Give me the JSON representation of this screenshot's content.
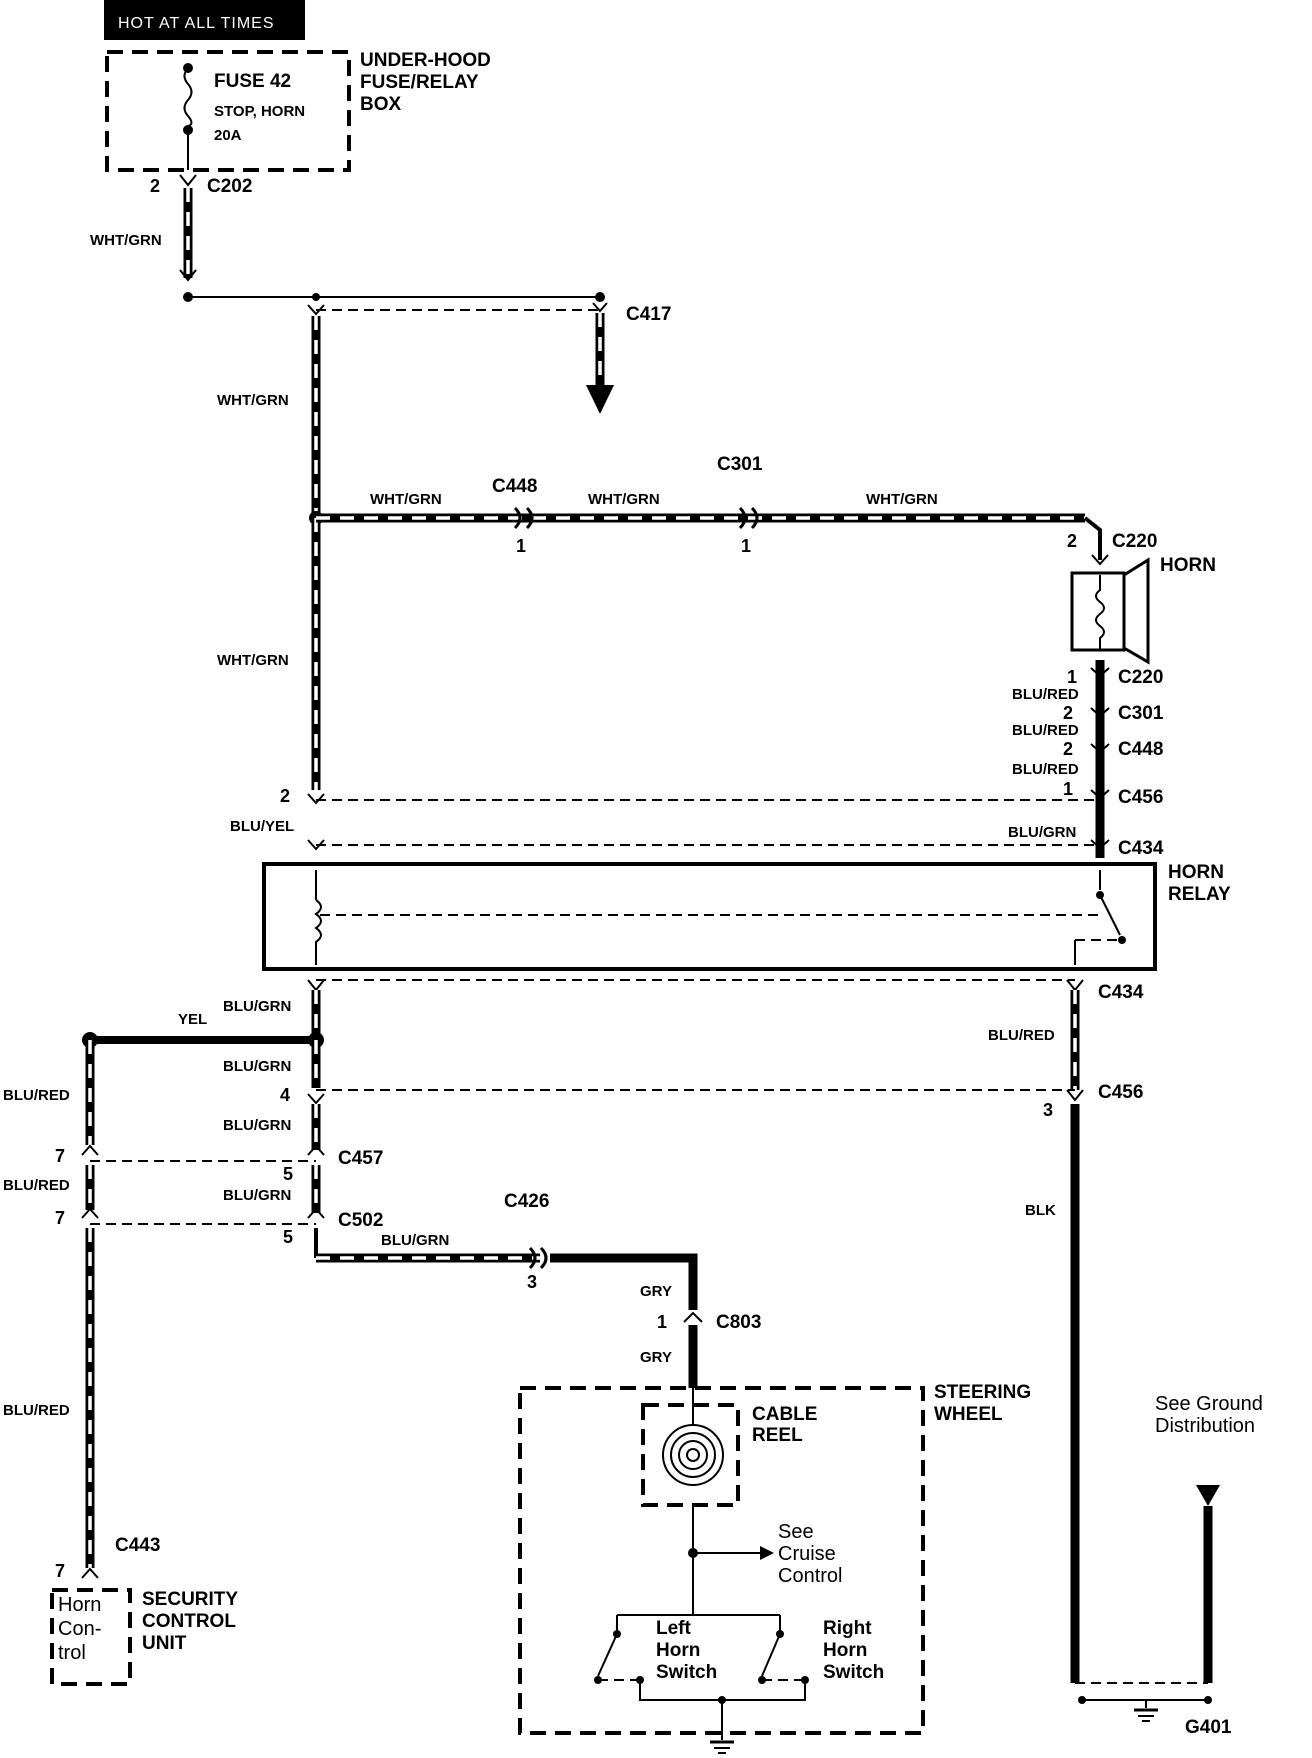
{
  "header": {
    "hot_label": "HOT AT ALL TIMES"
  },
  "fuse_box": {
    "fuse_name": "FUSE 42",
    "fuse_desc": "STOP, HORN",
    "fuse_rating": "20A",
    "box_label": [
      "UNDER-HOOD",
      "FUSE/RELAY",
      "BOX"
    ]
  },
  "connectors": {
    "c202": "C202",
    "c417": "C417",
    "c448_top": "C448",
    "c301_top": "C301",
    "c220_top": "C220",
    "c220_bot": "C220",
    "c301_right": "C301",
    "c448_right": "C448",
    "c456_upper": "C456",
    "c434_upper": "C434",
    "c434_lower": "C434",
    "c456_lower": "C456",
    "c457": "C457",
    "c502": "C502",
    "c426": "C426",
    "c803": "C803",
    "c443": "C443"
  },
  "pins": {
    "p2_c202": "2",
    "p1_c448": "1",
    "p1_c301": "1",
    "p2_c220": "2",
    "p1_c220": "1",
    "p2_c301": "2",
    "p2_c448": "2",
    "p1_c456": "1",
    "p2_left": "2",
    "p4_left": "4",
    "p3_c456": "3",
    "p7_c457": "7",
    "p5_c457": "5",
    "p7_c502": "7",
    "p5_c502": "5",
    "p3_c426": "3",
    "p1_c803": "1",
    "p7_c443": "7"
  },
  "wires": {
    "wht_grn_1": "WHT/GRN",
    "wht_grn_2": "WHT/GRN",
    "wht_grn_3": "WHT/GRN",
    "wht_grn_4": "WHT/GRN",
    "wht_grn_5": "WHT/GRN",
    "wht_grn_6": "WHT/GRN",
    "blu_red_1": "BLU/RED",
    "blu_red_2": "BLU/RED",
    "blu_red_3": "BLU/RED",
    "blu_yel": "BLU/YEL",
    "blu_grn_right": "BLU/GRN",
    "blu_grn_1": "BLU/GRN",
    "yel": "YEL",
    "blu_grn_2": "BLU/GRN",
    "blu_grn_3": "BLU/GRN",
    "blu_grn_4": "BLU/GRN",
    "blu_grn_5": "BLU/GRN",
    "blu_red_r": "BLU/RED",
    "blk": "BLK",
    "blu_red_l1": "BLU/RED",
    "blu_red_l2": "BLU/RED",
    "blu_red_l3": "BLU/RED",
    "gry_1": "GRY",
    "gry_2": "GRY"
  },
  "components": {
    "horn": "HORN",
    "horn_relay": [
      "HORN",
      "RELAY"
    ],
    "steering_wheel": [
      "STEERING",
      "WHEEL"
    ],
    "cable_reel": [
      "CABLE",
      "REEL"
    ],
    "see_cruise": [
      "See",
      "Cruise",
      "Control"
    ],
    "left_switch": [
      "Left",
      "Horn",
      "Switch"
    ],
    "right_switch": [
      "Right",
      "Horn",
      "Switch"
    ],
    "security_unit": [
      "SECURITY",
      "CONTROL",
      "UNIT"
    ],
    "horn_control": [
      "Horn",
      "Con-",
      "trol"
    ],
    "see_ground": [
      "See Ground",
      "Distribution"
    ],
    "ground": "G401"
  }
}
